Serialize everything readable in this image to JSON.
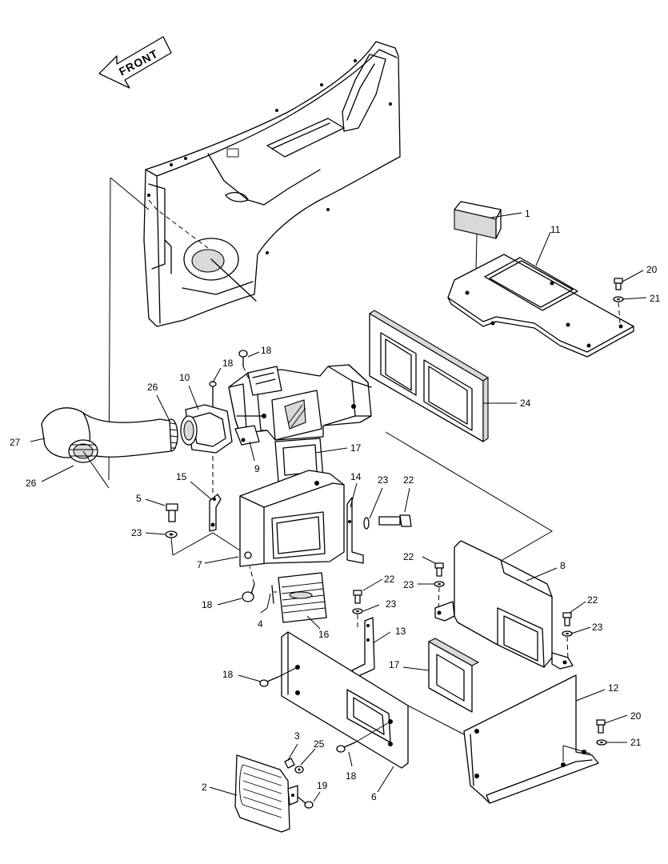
{
  "direction_arrow": {
    "label": "FRONT"
  },
  "callouts": [
    {
      "id": "c1",
      "text": "1"
    },
    {
      "id": "c11",
      "text": "11"
    },
    {
      "id": "c20a",
      "text": "20"
    },
    {
      "id": "c21a",
      "text": "21"
    },
    {
      "id": "c24",
      "text": "24"
    },
    {
      "id": "c18a",
      "text": "18"
    },
    {
      "id": "c18b",
      "text": "18"
    },
    {
      "id": "c10",
      "text": "10"
    },
    {
      "id": "c26a",
      "text": "26"
    },
    {
      "id": "c27",
      "text": "27"
    },
    {
      "id": "c26b",
      "text": "26"
    },
    {
      "id": "c9",
      "text": "9"
    },
    {
      "id": "c17a",
      "text": "17"
    },
    {
      "id": "c15",
      "text": "15"
    },
    {
      "id": "c14",
      "text": "14"
    },
    {
      "id": "c23a",
      "text": "23"
    },
    {
      "id": "c22a",
      "text": "22"
    },
    {
      "id": "c5",
      "text": "5"
    },
    {
      "id": "c23b",
      "text": "23"
    },
    {
      "id": "c7",
      "text": "7"
    },
    {
      "id": "c22b",
      "text": "22"
    },
    {
      "id": "c23c",
      "text": "23"
    },
    {
      "id": "c8",
      "text": "8"
    },
    {
      "id": "c22c",
      "text": "22"
    },
    {
      "id": "c23d",
      "text": "23"
    },
    {
      "id": "c22d",
      "text": "22"
    },
    {
      "id": "c23e",
      "text": "23"
    },
    {
      "id": "c18c",
      "text": "18"
    },
    {
      "id": "c4",
      "text": "4"
    },
    {
      "id": "c16",
      "text": "16"
    },
    {
      "id": "c13",
      "text": "13"
    },
    {
      "id": "c17b",
      "text": "17"
    },
    {
      "id": "c18d",
      "text": "18"
    },
    {
      "id": "c12",
      "text": "12"
    },
    {
      "id": "c20b",
      "text": "20"
    },
    {
      "id": "c21b",
      "text": "21"
    },
    {
      "id": "c3",
      "text": "3"
    },
    {
      "id": "c25",
      "text": "25"
    },
    {
      "id": "c18e",
      "text": "18"
    },
    {
      "id": "c2",
      "text": "2"
    },
    {
      "id": "c19",
      "text": "19"
    },
    {
      "id": "c6",
      "text": "6"
    }
  ]
}
